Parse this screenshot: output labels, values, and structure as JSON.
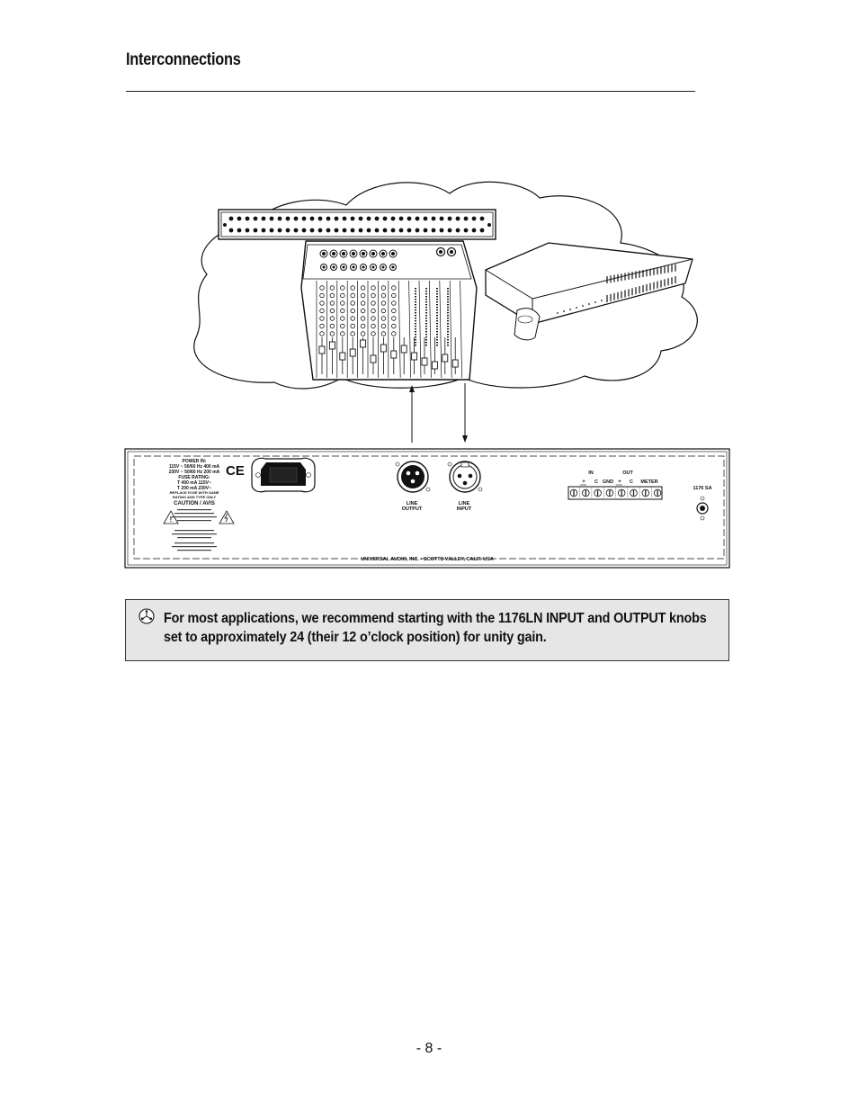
{
  "page": {
    "title": "Interconnections",
    "page_number": "- 8 -"
  },
  "diagram": {
    "rear_panel": {
      "power_in_label": "POWER IN:",
      "power_line_1": "115V ~ 50/60 Hz 400 mA",
      "power_line_2": "230V ~ 50/60 Hz 200 mA",
      "fuse_label": "FUSE RATING:",
      "fuse_line_1": "T 400 mA 115V~",
      "fuse_line_2": "T 200 mA 230V~",
      "replace_fuse": "REPLACE FUSE WITH SAME",
      "rating_type": "RATING AND TYPE ONLY",
      "caution": "CAUTION / AVIS",
      "ce_mark": "CE",
      "line_output": [
        "LINE",
        "OUTPUT"
      ],
      "line_input": [
        "LINE",
        "INPUT"
      ],
      "terminal_in": "IN",
      "terminal_out": "OUT",
      "terminal_c1": "C",
      "terminal_gnd": "GND",
      "terminal_c2": "C",
      "terminal_meter": "METER",
      "model": "1176 SA",
      "manufacturer": "UNIVERSAL AUDIO, INC. • SCOTTS VALLEY, CALIF. USA"
    }
  },
  "tip": {
    "icon": "tip-icon",
    "line_1": "For most applications, we recommend starting with the 1176LN INPUT and OUTPUT knobs",
    "line_2": "set to approximately 24 (their 12 o’clock position) for unity gain."
  }
}
